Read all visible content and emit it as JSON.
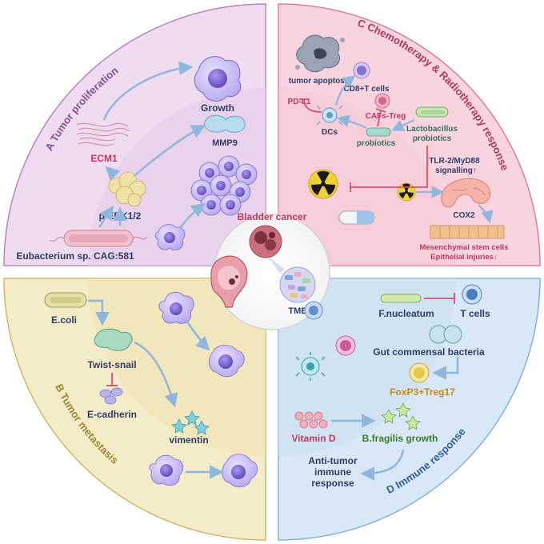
{
  "center": {
    "title": "Bladder cancer",
    "tme": "TME"
  },
  "panels": {
    "a": {
      "title": "A  Tumor proliferation",
      "growth": "Growth",
      "mmp9": "MMP9",
      "ecm1": "ECM1",
      "perk": "p ERK1/2",
      "bacterium": "Eubacterium sp. CAG:581"
    },
    "b": {
      "title": "B  Tumor metastasis",
      "ecoli": "E.coli",
      "twist": "Twist-snail",
      "ecadherin": "E-cadherin",
      "vimentin": "vimentin"
    },
    "c": {
      "title": "C  Chemotherapy & Radiotherapy response",
      "apoptosis": "tumor apoptosis",
      "cd8": "CD8+T cells",
      "pdl1": "PD-L1",
      "cafs": "CAFs-Treg",
      "dcs": "DCs",
      "probiotics": "probiotics",
      "lacto1": "Lactobacillus",
      "lacto2": "probiotics",
      "tlr1": "TLR-2/MyD88",
      "tlr2": "signalling↑",
      "cox2": "COX2",
      "msc": "Mesenchymal stem cells",
      "epi": "Epithelial injuries↓"
    },
    "d": {
      "title": "D  Immune response",
      "fnuc": "F.nucleatum",
      "tcells": "T cells",
      "gut": "Gut commensal bacteria",
      "foxp3": "FoxP3+Treg17",
      "vitd": "Vitamin D",
      "bfrag": "B.fragilis growth",
      "anti1": "Anti-tumor",
      "anti2": "immune",
      "anti3": "response"
    }
  },
  "colors": {
    "panel_a": "#efdcf1",
    "panel_b": "#f4ecc8",
    "panel_c": "#f8d4df",
    "panel_d": "#d8e8f6",
    "arrow": "#8fb6dc",
    "inhibit": "#d94f73",
    "cell_purple": "#8b77d8",
    "label_dark": "#2f3c66",
    "label_red": "#c4365c",
    "label_green": "#3c7a2e"
  }
}
